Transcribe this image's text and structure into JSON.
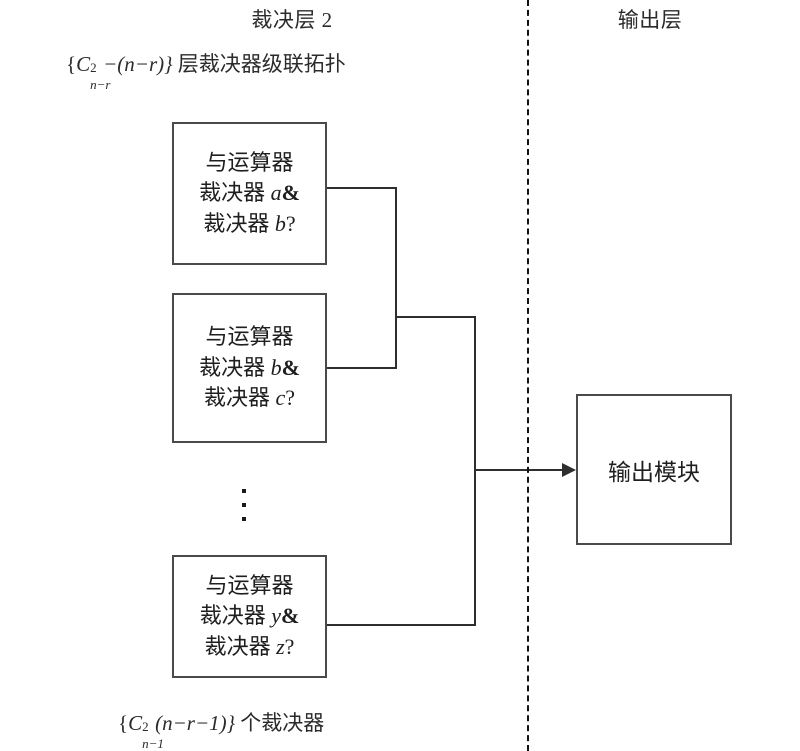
{
  "diagram": {
    "title_left": "裁决层 2",
    "title_right": "输出层",
    "subtitle": {
      "prefix": "{",
      "symbol": "C",
      "superscript": "2",
      "subscript": "n−r",
      "middle": "−(n−r)}",
      "suffix": " 层裁决器级联拓扑",
      "full_text": "{C2n−r−(n−r)} 层裁决器级联拓扑"
    },
    "caption": {
      "prefix": "{",
      "symbol": "C",
      "superscript": "2",
      "subscript": "n−1",
      "middle": "(n−r−1)}",
      "suffix": " 个裁决器",
      "full_text": "{C2n−1(n−r−1)} 个裁决器"
    },
    "ellipsis": "⋮",
    "divider": {
      "name": "layer-divider",
      "style": "dashed",
      "color": "#111111"
    },
    "nodes": [
      {
        "id": "arbiter-node-1",
        "line1": "与运算器",
        "line2_prefix": "裁决器 ",
        "line2_var": "a",
        "line2_suffix": "&",
        "line3_prefix": "裁决器 ",
        "line3_var": "b",
        "line3_suffix": "?"
      },
      {
        "id": "arbiter-node-2",
        "line1": "与运算器",
        "line2_prefix": "裁决器 ",
        "line2_var": "b",
        "line2_suffix": "&",
        "line3_prefix": "裁决器 ",
        "line3_var": "c",
        "line3_suffix": "?"
      },
      {
        "id": "arbiter-node-n",
        "line1": "与运算器",
        "line2_prefix": "裁决器 ",
        "line2_var": "y",
        "line2_suffix": "&",
        "line3_prefix": "裁决器 ",
        "line3_var": "z",
        "line3_suffix": "?"
      }
    ],
    "output_module": {
      "label": "输出模块"
    },
    "colors": {
      "box_border": "#4a4a4a",
      "wire": "#2e2e2e",
      "divider": "#111111",
      "text": "#1f1f1f",
      "background": "#ffffff"
    }
  }
}
